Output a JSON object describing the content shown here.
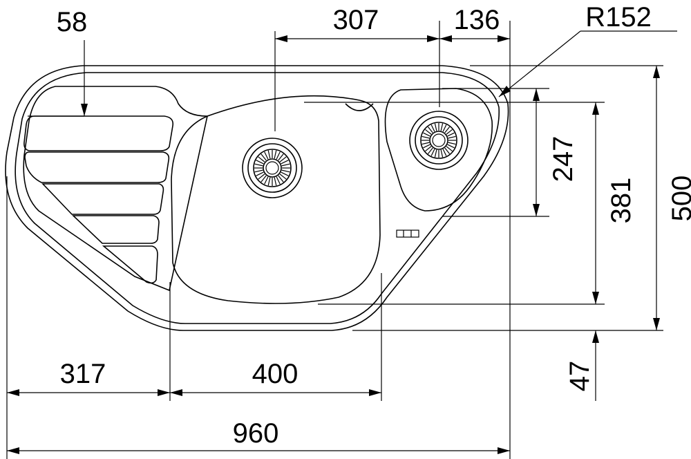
{
  "dimensions": {
    "drainer_depth": "58",
    "bowl_offset": "307",
    "small_bowl_offset": "136",
    "corner_radius": "R152",
    "small_bowl_depth": "247",
    "main_bowl_depth": "381",
    "overall_depth": "500",
    "drainer_length": "317",
    "main_bowl_width": "400",
    "overall_width": "960",
    "front_offset": "47"
  },
  "labels": {
    "overflow_slot": "≡≡≡"
  }
}
